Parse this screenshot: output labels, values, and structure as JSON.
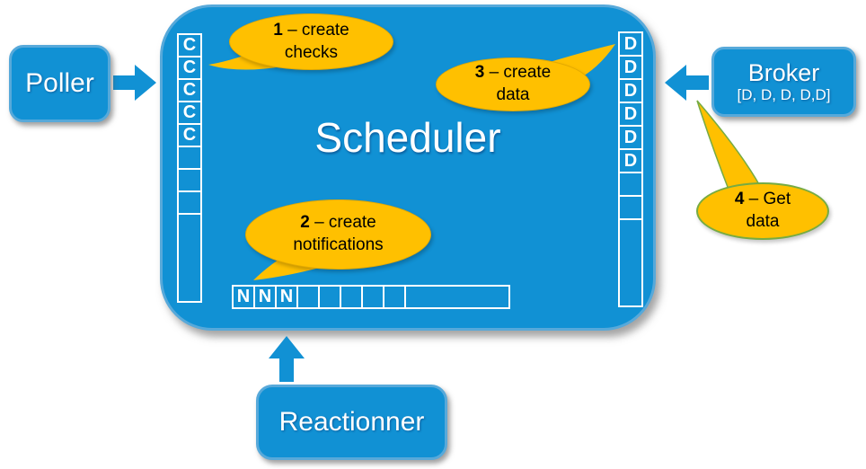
{
  "colors": {
    "node_blue": "#1191d4",
    "node_border_blue": "#57a9da",
    "bubble_gold": "#ffc000",
    "bubble4_border_green": "#76ab43",
    "queue_cell_border": "#ffffff",
    "text_on_blue": "#ffffff",
    "text_on_gold": "#000000"
  },
  "scheduler": {
    "title": "Scheduler"
  },
  "poller": {
    "label": "Poller"
  },
  "broker": {
    "label": "Broker",
    "queue_preview": "[D, D, D, D,D]"
  },
  "reactionner": {
    "label": "Reactionner"
  },
  "queues": {
    "checks": {
      "letter": "C",
      "filled": 5,
      "empty": 3
    },
    "data": {
      "letter": "D",
      "filled": 6,
      "empty": 2
    },
    "notifications": {
      "letter": "N",
      "filled": 3,
      "empty": 5
    }
  },
  "callouts": {
    "c1": {
      "num": "1",
      "rest": " – create",
      "line2": "checks"
    },
    "c2": {
      "num": "2",
      "rest": " – create",
      "line2": "notifications"
    },
    "c3": {
      "num": "3",
      "rest": " – create",
      "line2": "data"
    },
    "c4": {
      "num": "4",
      "rest": " – Get",
      "line2": "data"
    }
  }
}
